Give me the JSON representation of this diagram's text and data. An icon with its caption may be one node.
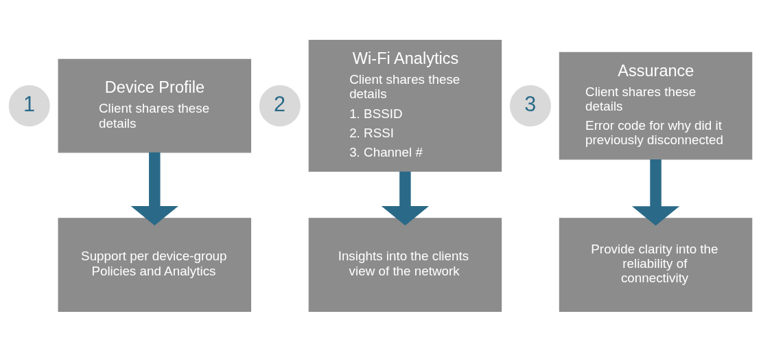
{
  "diagram": {
    "nodes": [
      {
        "text": [
          "1"
        ]
      },
      {
        "text": [
          "Device Profile",
          "Client shares these details"
        ]
      },
      {
        "text": [
          "2"
        ]
      },
      {
        "text": [
          "Wi-Fi Analytics",
          "Client shares these details",
          "1. BSSID",
          "2. RSSI",
          "3. Channel #"
        ]
      },
      {
        "text": [
          "3"
        ]
      },
      {
        "text": [
          "Assurance",
          "Client shares these details",
          "Error code for why did it previously disconnected"
        ]
      },
      {
        "text": [
          "Support per device-group Policies and Analytics"
        ]
      },
      {
        "text": [
          "Insights into the clients view of the network"
        ]
      },
      {
        "text": [
          "Provide clarity into the reliability of connectivity"
        ]
      }
    ],
    "edges": [
      {
        "from": 1,
        "to": 6,
        "arrow": "to"
      },
      {
        "from": 3,
        "to": 7,
        "arrow": "to"
      },
      {
        "from": 5,
        "to": 8,
        "arrow": "to"
      }
    ]
  }
}
